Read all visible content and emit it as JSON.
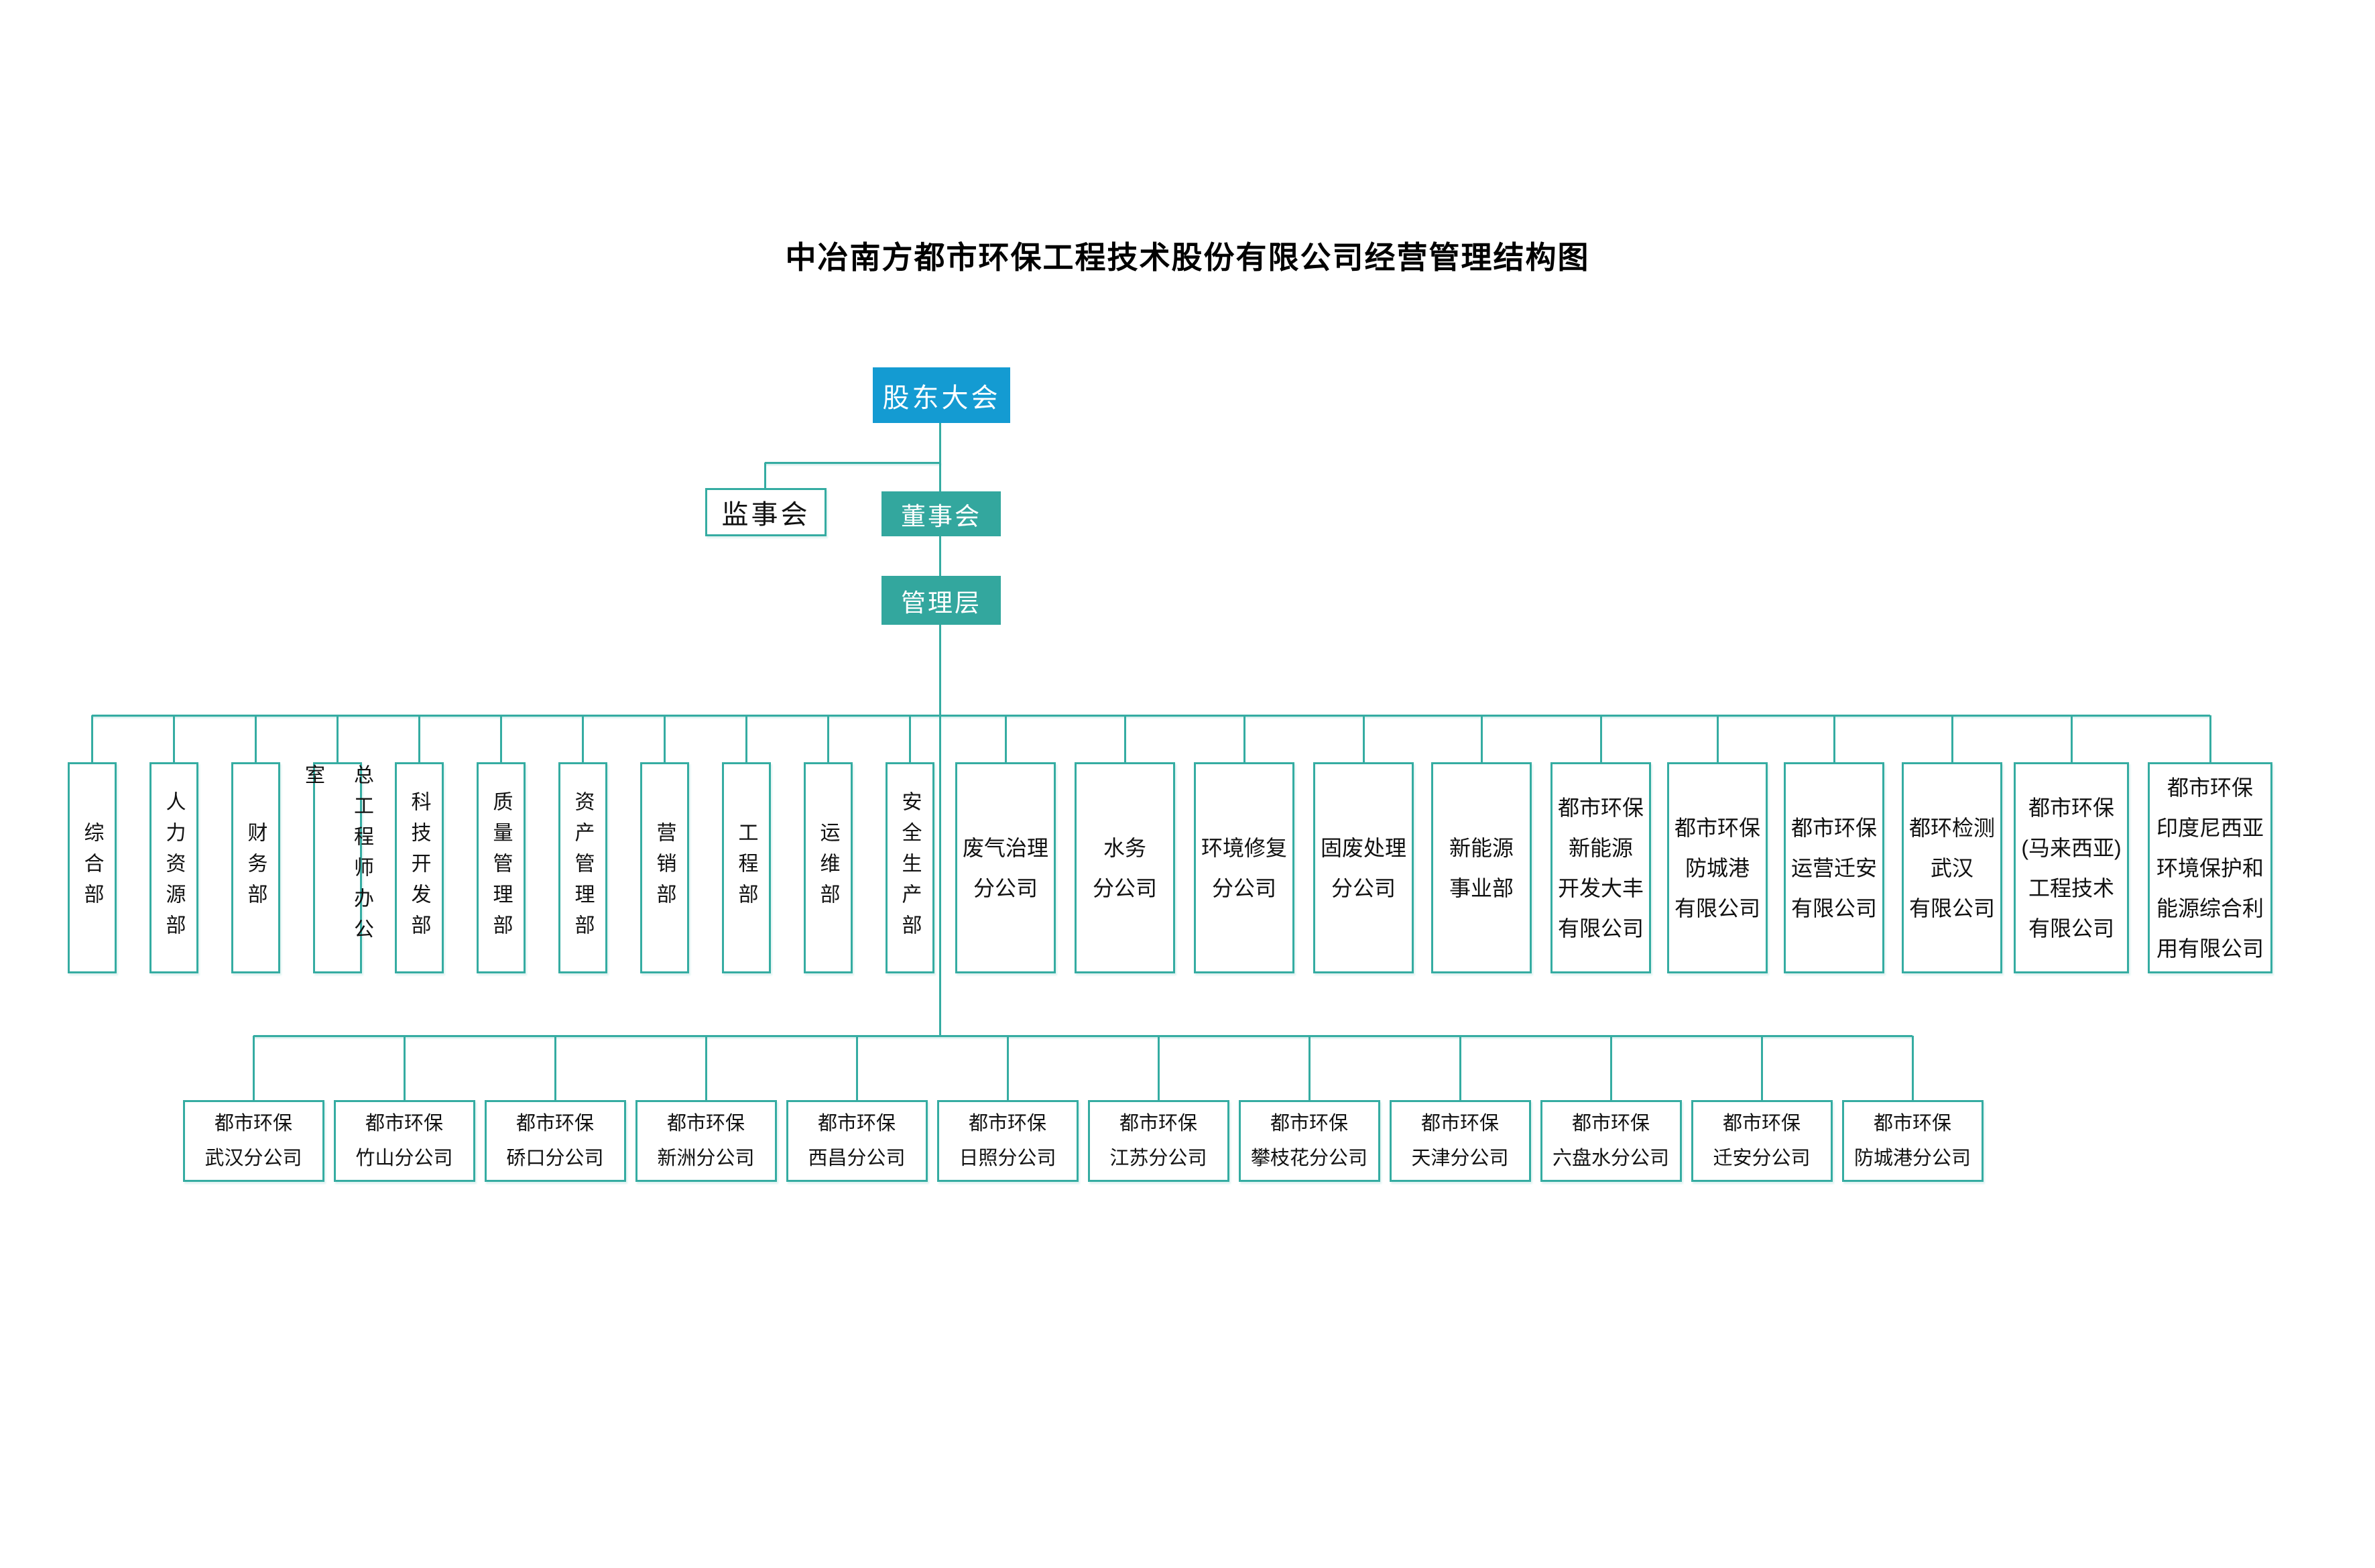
{
  "title": "中冶南方都市环保工程技术股份有限公司经营管理结构图",
  "colors": {
    "shareholders_blue": "#149BD2",
    "governance_teal": "#33A79E",
    "connector_teal": "#35ACA2",
    "text_dark": "#111111",
    "background": "#FFFFFF"
  },
  "top": {
    "shareholders": "股东大会",
    "supervisory": "监事会",
    "board": "董事会",
    "management": "管理层"
  },
  "departments": [
    "综合部",
    "人力资源部",
    "财务部",
    "总工程师办公室",
    "科技开发部",
    "质量管理部",
    "资产管理部",
    "营销部",
    "工程部",
    "运维部",
    "安全生产部"
  ],
  "subsidiaries": [
    {
      "name": "废气治理分公司",
      "lines": [
        "废气治理",
        "分公司"
      ]
    },
    {
      "name": "水务分公司",
      "lines": [
        "水务",
        "分公司"
      ]
    },
    {
      "name": "环境修复分公司",
      "lines": [
        "环境修复",
        "分公司"
      ]
    },
    {
      "name": "固废处理分公司",
      "lines": [
        "固废处理",
        "分公司"
      ]
    },
    {
      "name": "新能源事业部",
      "lines": [
        "新能源",
        "事业部"
      ]
    },
    {
      "name": "都市环保新能源开发大丰有限公司",
      "lines": [
        "都市环保",
        "新能源",
        "开发大丰",
        "有限公司"
      ]
    },
    {
      "name": "都市环保防城港有限公司",
      "lines": [
        "都市环保",
        "防城港",
        "有限公司"
      ]
    },
    {
      "name": "都市环保运营迁安有限公司",
      "lines": [
        "都市环保",
        "运营迁安",
        "有限公司"
      ]
    },
    {
      "name": "都环检测武汉有限公司",
      "lines": [
        "都环检测",
        "武汉",
        "有限公司"
      ]
    },
    {
      "name": "都市环保(马来西亚)工程技术有限公司",
      "lines": [
        "都市环保",
        "(马来西亚)",
        "工程技术",
        "有限公司"
      ]
    },
    {
      "name": "都市环保印度尼西亚环境保护和能源综合利用有限公司",
      "lines": [
        "都市环保",
        "印度尼西亚",
        "环境保护和",
        "能源综合利",
        "用有限公司"
      ]
    }
  ],
  "branches": [
    {
      "name": "都市环保武汉分公司",
      "lines": [
        "都市环保",
        "武汉分公司"
      ]
    },
    {
      "name": "都市环保竹山分公司",
      "lines": [
        "都市环保",
        "竹山分公司"
      ]
    },
    {
      "name": "都市环保硚口分公司",
      "lines": [
        "都市环保",
        "硚口分公司"
      ]
    },
    {
      "name": "都市环保新洲分公司",
      "lines": [
        "都市环保",
        "新洲分公司"
      ]
    },
    {
      "name": "都市环保西昌分公司",
      "lines": [
        "都市环保",
        "西昌分公司"
      ]
    },
    {
      "name": "都市环保日照分公司",
      "lines": [
        "都市环保",
        "日照分公司"
      ]
    },
    {
      "name": "都市环保江苏分公司",
      "lines": [
        "都市环保",
        "江苏分公司"
      ]
    },
    {
      "name": "都市环保攀枝花分公司",
      "lines": [
        "都市环保",
        "攀枝花分公司"
      ]
    },
    {
      "name": "都市环保天津分公司",
      "lines": [
        "都市环保",
        "天津分公司"
      ]
    },
    {
      "name": "都市环保六盘水分公司",
      "lines": [
        "都市环保",
        "六盘水分公司"
      ]
    },
    {
      "name": "都市环保迁安分公司",
      "lines": [
        "都市环保",
        "迁安分公司"
      ]
    },
    {
      "name": "都市环保防城港分公司",
      "lines": [
        "都市环保",
        "防城港分公司"
      ]
    }
  ]
}
